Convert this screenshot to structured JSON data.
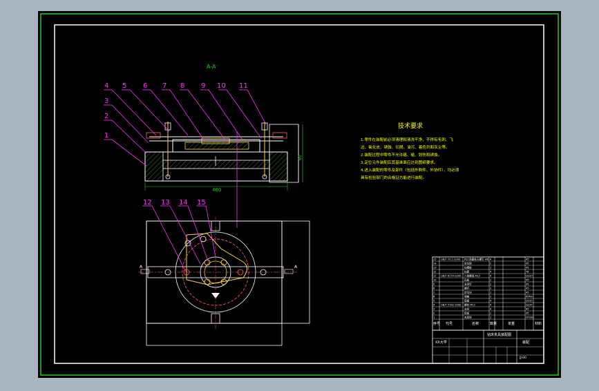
{
  "view_label": "A-A",
  "callouts": [
    "4",
    "5",
    "6",
    "7",
    "8",
    "9",
    "10",
    "11",
    "3",
    "2",
    "1",
    "12",
    "13",
    "14",
    "15"
  ],
  "dims": {
    "overall_width": "460",
    "side_height": "60"
  },
  "section_markers": {
    "left": "A",
    "right": "A"
  },
  "tech_req": {
    "title": "技术要求",
    "lines": [
      "1.零件在装配前必须清理和清洗干净，不得有毛刺、飞",
      "边、氧化皮、锈蚀、切屑、油污、着色剂和灰尘等。",
      "2.装配过程中零件不允许磕、碰、划伤和锈蚀。",
      "3.定位元件装配后其基准面应达到图纸要求。",
      "4.进入装配的零件及部件（包括外购件、外协件），均必须",
      "具有检验部门的合格证方能进行装配。"
    ]
  },
  "bom": {
    "rows": [
      [
        "15",
        "GB/T 70.1-2000",
        "内六角圆柱头螺钉 M6",
        "4",
        "",
        "45"
      ],
      [
        "14",
        "",
        "定位销",
        "2",
        "",
        "45"
      ],
      [
        "13",
        "",
        "钻模板",
        "1",
        "",
        "45"
      ],
      [
        "12",
        "",
        "钻套",
        "4",
        "",
        "T8"
      ],
      [
        "11",
        "GB/T 6170-2000",
        "六角螺母 M12",
        "4",
        "",
        "Q235"
      ],
      [
        "10",
        "",
        "压板",
        "2",
        "",
        "45"
      ],
      [
        "9",
        "",
        "支承钉",
        "2",
        "",
        "45"
      ],
      [
        "8",
        "",
        "螺杆",
        "2",
        "",
        "45"
      ],
      [
        "7",
        "",
        "定位块",
        "1",
        "",
        "45"
      ],
      [
        "6",
        "",
        "弹簧",
        "2",
        "",
        "65Mn"
      ],
      [
        "5",
        "",
        "垫圈",
        "4",
        "",
        "Q235"
      ],
      [
        "4",
        "GB/T 5782-2000",
        "螺栓 M12",
        "4",
        "",
        "Q235"
      ],
      [
        "3",
        "",
        "支柱",
        "4",
        "",
        "45"
      ],
      [
        "2",
        "",
        "垫板",
        "1",
        "",
        "45"
      ],
      [
        "1",
        "",
        "夹具体",
        "1",
        "",
        "HT200"
      ]
    ],
    "header": [
      "序号",
      "代号",
      "名称",
      "数量",
      "单重",
      "材料"
    ],
    "title_left": "XX大学",
    "title_mid": "钻床夹具装配图",
    "title_right": "装配",
    "drawing_no": "JJ-00"
  },
  "colors": {
    "background": "#000000",
    "outer_border": "#2ec62e",
    "inner_border": "#ffffff",
    "callout": "#ff33ff",
    "text_yellow": "#ffff00",
    "hatch": "#66cc66"
  }
}
